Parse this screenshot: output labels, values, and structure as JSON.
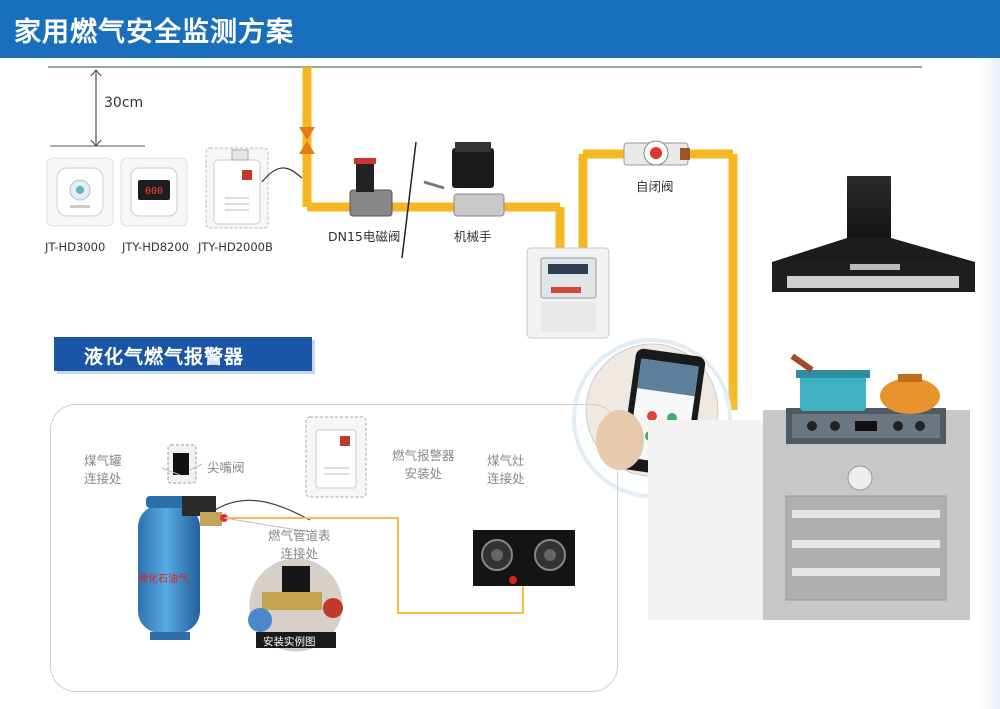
{
  "title": "家用燃气安全监测方案",
  "dimension": "30cm",
  "detectors": [
    "JT-HD3000",
    "JTY-HD8200",
    "JTY-HD2000B"
  ],
  "valve_labels": {
    "solenoid": "DN15电磁阀",
    "manipulator": "机械手",
    "self_closing": "自闭阀"
  },
  "lpg_section": {
    "header": "液化气燃气报警器",
    "tank_connection": [
      "煤气罐",
      "连接处"
    ],
    "nozzle_valve": "尖嘴阀",
    "alarm_install": [
      "燃气报警器",
      "安装处"
    ],
    "stove_connection": [
      "煤气灶",
      "连接处"
    ],
    "pipe_meter": [
      "燃气管道表",
      "连接处"
    ],
    "cylinder_text": "液化石油气",
    "photo_caption": "安装实例图"
  },
  "colors": {
    "header_blue": "#1a6fbd",
    "subheader_blue": "#1b56a6",
    "pipe_yellow": "#f5b820",
    "cylinder_blue": "#3a8fd0"
  }
}
